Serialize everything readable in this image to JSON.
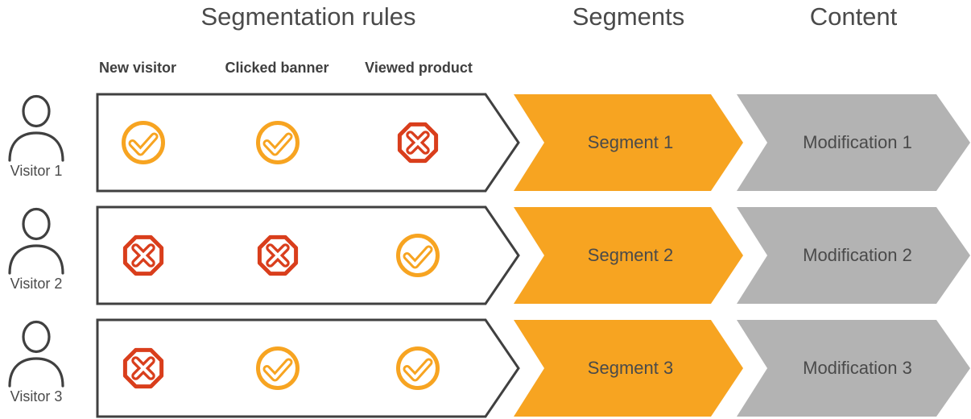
{
  "diagram": {
    "headers": {
      "rules": "Segmentation rules",
      "segments": "Segments",
      "content": "Content"
    },
    "rule_columns": [
      "New visitor",
      "Clicked banner",
      "Viewed product"
    ],
    "rows": [
      {
        "visitor": "Visitor 1",
        "rules": [
          "check",
          "check",
          "cross"
        ],
        "segment": "Segment 1",
        "modification": "Modification 1"
      },
      {
        "visitor": "Visitor 2",
        "rules": [
          "cross",
          "cross",
          "check"
        ],
        "segment": "Segment 2",
        "modification": "Modification 2"
      },
      {
        "visitor": "Visitor 3",
        "rules": [
          "cross",
          "check",
          "check"
        ],
        "segment": "Segment 3",
        "modification": "Modification 3"
      }
    ],
    "icons": {
      "check": "check-circle-icon",
      "cross": "cross-octagon-icon",
      "visitor": "person-icon"
    },
    "colors": {
      "accent_orange": "#F7A421",
      "chevron_gray": "#B3B3B3",
      "cross_red": "#D93E1C",
      "outline_dark": "#404040",
      "text_dark": "#4A4A4A"
    }
  }
}
